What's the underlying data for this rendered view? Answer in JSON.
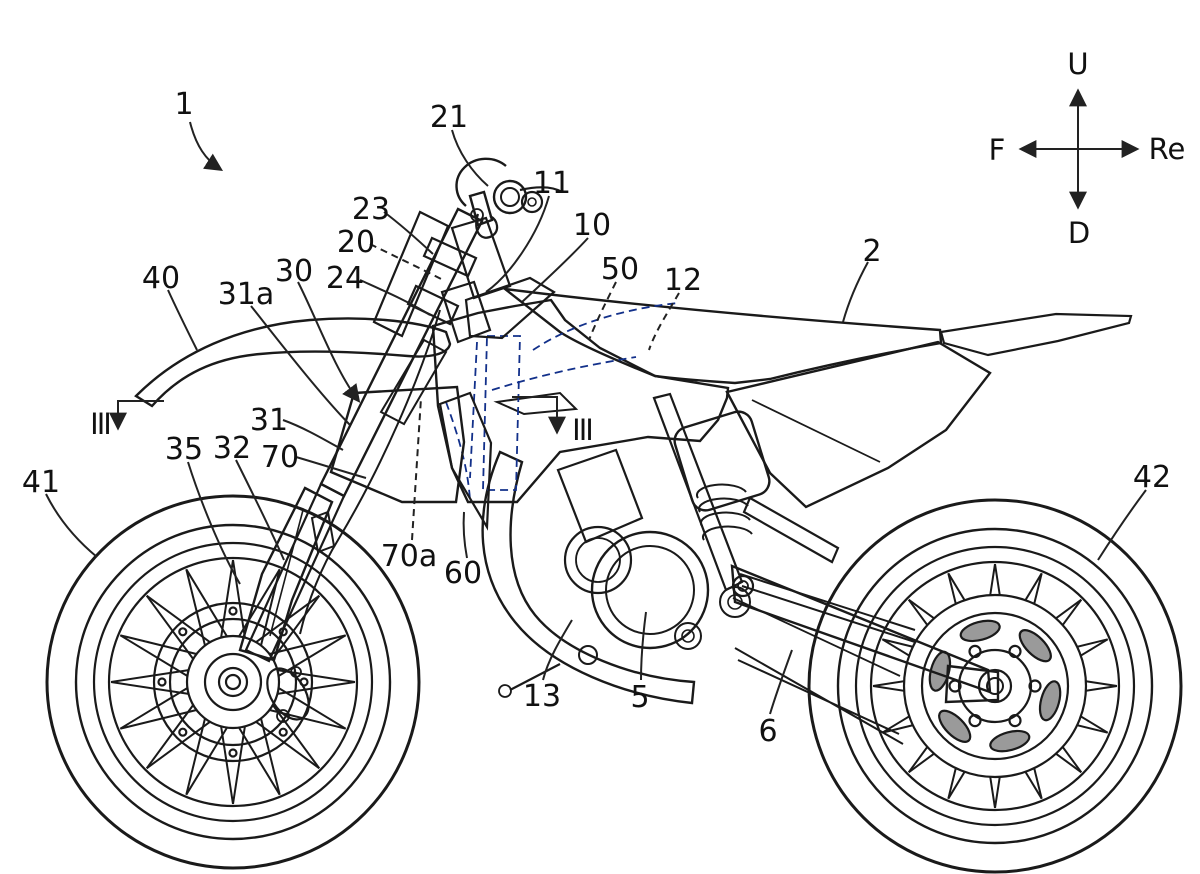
{
  "figure": {
    "kind": "patent line drawing",
    "subject": "off-road motorcycle, left side view",
    "colors": {
      "line": "#1a1a1a",
      "body_blue": "#3a44c8",
      "shroud_cyan": "#28a4dd",
      "guard_cyan": "#2f9ed8",
      "accent_red": "#e81b2b",
      "fork_cream": "#efe4c3",
      "seat_gray": "#8d8d8d",
      "silver": "#b9b9b9"
    }
  },
  "labels": [
    {
      "text": "1"
    },
    {
      "text": "2"
    },
    {
      "text": "5"
    },
    {
      "text": "6"
    },
    {
      "text": "10"
    },
    {
      "text": "11"
    },
    {
      "text": "12"
    },
    {
      "text": "13"
    },
    {
      "text": "20"
    },
    {
      "text": "21"
    },
    {
      "text": "23"
    },
    {
      "text": "24"
    },
    {
      "text": "30"
    },
    {
      "text": "31"
    },
    {
      "text": "31a"
    },
    {
      "text": "32"
    },
    {
      "text": "35"
    },
    {
      "text": "40"
    },
    {
      "text": "41"
    },
    {
      "text": "42"
    },
    {
      "text": "50"
    },
    {
      "text": "60"
    },
    {
      "text": "70"
    },
    {
      "text": "70a"
    }
  ],
  "section_marker": "III",
  "compass": {
    "up": "U",
    "down": "D",
    "front": "F",
    "rear": "Re"
  }
}
